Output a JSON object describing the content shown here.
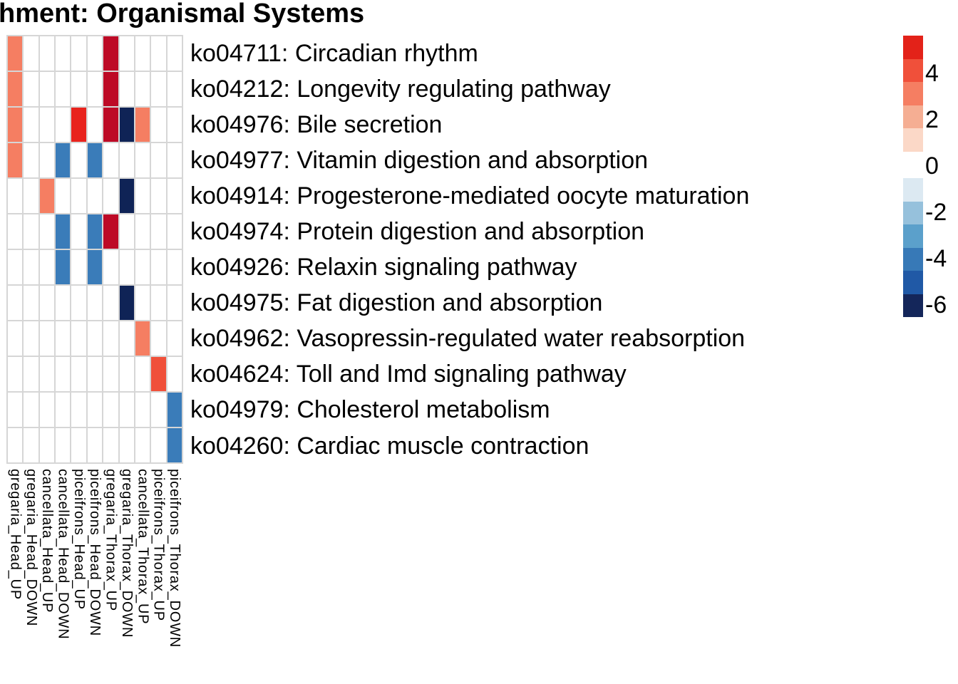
{
  "title": "hment: Organismal Systems",
  "legend": {
    "tick_labels": [
      "4",
      "2",
      "0",
      "-2",
      "-4",
      "-6"
    ],
    "red_blocks": [
      "#E32219",
      "#F0503A",
      "#F57E62",
      "#F5AE93",
      "#FBD8C7"
    ],
    "blue_blocks": [
      "#DCE9F2",
      "#96C1DC",
      "#5BA0CB",
      "#3779B7",
      "#2059A6",
      "#14265A"
    ]
  },
  "chart_data": {
    "type": "heatmap",
    "title": "hment: Organismal Systems",
    "legend_ticks": [
      4,
      2,
      0,
      -2,
      -4,
      -6
    ],
    "value_range": [
      -6.5,
      6.5
    ],
    "grid_line_color": "#D6D6D6",
    "empty_cell_color": "#FFFFFF",
    "x_categories": [
      "gregaria_Head_UP",
      "gregaria_Head_DOWN",
      "cancellata_Head_UP",
      "cancellata_Head_DOWN",
      "piceifrons_Head_UP",
      "piceifrons_Head_DOWN",
      "gregaria_Thorax_UP",
      "gregaria_Thorax_DOWN",
      "cancellata_Thorax_UP",
      "piceifrons_Thorax_UP",
      "piceifrons_Thorax_DOWN"
    ],
    "y_categories": [
      "ko04711: Circadian rhythm",
      "ko04212: Longevity regulating pathway",
      "ko04976: Bile secretion",
      "ko04977: Vitamin digestion and absorption",
      "ko04914: Progesterone-mediated oocyte maturation",
      "ko04974: Protein digestion and absorption",
      "ko04926: Relaxin signaling pathway",
      "ko04975: Fat digestion and absorption",
      "ko04962: Vasopressin-regulated water reabsorption",
      "ko04624: Toll and Imd signaling pathway",
      "ko04979: Cholesterol metabolism",
      "ko04260: Cardiac muscle contraction"
    ],
    "cells": [
      {
        "row": 0,
        "col": 0,
        "row_name": "ko04711: Circadian rhythm",
        "col_name": "gregaria_Head_UP",
        "value": 3,
        "color": "#F57E62"
      },
      {
        "row": 0,
        "col": 6,
        "row_name": "ko04711: Circadian rhythm",
        "col_name": "gregaria_Thorax_UP",
        "value": 6.5,
        "color": "#BD0A26"
      },
      {
        "row": 1,
        "col": 0,
        "row_name": "ko04212: Longevity regulating pathway",
        "col_name": "gregaria_Head_UP",
        "value": 3,
        "color": "#F57E62"
      },
      {
        "row": 1,
        "col": 6,
        "row_name": "ko04212: Longevity regulating pathway",
        "col_name": "gregaria_Thorax_UP",
        "value": 6.5,
        "color": "#BD0A26"
      },
      {
        "row": 2,
        "col": 0,
        "row_name": "ko04976: Bile secretion",
        "col_name": "gregaria_Head_UP",
        "value": 3,
        "color": "#F57E62"
      },
      {
        "row": 2,
        "col": 4,
        "row_name": "ko04976: Bile secretion",
        "col_name": "piceifrons_Head_UP",
        "value": 5,
        "color": "#E8231D"
      },
      {
        "row": 2,
        "col": 6,
        "row_name": "ko04976: Bile secretion",
        "col_name": "gregaria_Thorax_UP",
        "value": 6.5,
        "color": "#BD0A26"
      },
      {
        "row": 2,
        "col": 7,
        "row_name": "ko04976: Bile secretion",
        "col_name": "gregaria_Thorax_DOWN",
        "value": -6,
        "color": "#0F2356"
      },
      {
        "row": 2,
        "col": 8,
        "row_name": "ko04976: Bile secretion",
        "col_name": "cancellata_Thorax_UP",
        "value": 3,
        "color": "#F57E62"
      },
      {
        "row": 3,
        "col": 0,
        "row_name": "ko04977: Vitamin digestion and absorption",
        "col_name": "gregaria_Head_UP",
        "value": 3,
        "color": "#F57E62"
      },
      {
        "row": 3,
        "col": 3,
        "row_name": "ko04977: Vitamin digestion and absorption",
        "col_name": "cancellata_Head_DOWN",
        "value": -4,
        "color": "#3A7CB9"
      },
      {
        "row": 3,
        "col": 5,
        "row_name": "ko04977: Vitamin digestion and absorption",
        "col_name": "piceifrons_Head_DOWN",
        "value": -4,
        "color": "#3A7CB9"
      },
      {
        "row": 4,
        "col": 2,
        "row_name": "ko04914: Progesterone-mediated oocyte maturation",
        "col_name": "cancellata_Head_UP",
        "value": 3,
        "color": "#F57E62"
      },
      {
        "row": 4,
        "col": 7,
        "row_name": "ko04914: Progesterone-mediated oocyte maturation",
        "col_name": "gregaria_Thorax_DOWN",
        "value": -6,
        "color": "#0F2356"
      },
      {
        "row": 5,
        "col": 3,
        "row_name": "ko04974: Protein digestion and absorption",
        "col_name": "cancellata_Head_DOWN",
        "value": -4,
        "color": "#3A7CB9"
      },
      {
        "row": 5,
        "col": 5,
        "row_name": "ko04974: Protein digestion and absorption",
        "col_name": "piceifrons_Head_DOWN",
        "value": -4,
        "color": "#3A7CB9"
      },
      {
        "row": 5,
        "col": 6,
        "row_name": "ko04974: Protein digestion and absorption",
        "col_name": "gregaria_Thorax_UP",
        "value": 6.5,
        "color": "#BD0A26"
      },
      {
        "row": 6,
        "col": 3,
        "row_name": "ko04926: Relaxin signaling pathway",
        "col_name": "cancellata_Head_DOWN",
        "value": -4,
        "color": "#3A7CB9"
      },
      {
        "row": 6,
        "col": 5,
        "row_name": "ko04926: Relaxin signaling pathway",
        "col_name": "piceifrons_Head_DOWN",
        "value": -4,
        "color": "#3A7CB9"
      },
      {
        "row": 7,
        "col": 7,
        "row_name": "ko04975: Fat digestion and absorption",
        "col_name": "gregaria_Thorax_DOWN",
        "value": -6,
        "color": "#0F2356"
      },
      {
        "row": 8,
        "col": 8,
        "row_name": "ko04962: Vasopressin-regulated water reabsorption",
        "col_name": "cancellata_Thorax_UP",
        "value": 3,
        "color": "#F57E62"
      },
      {
        "row": 9,
        "col": 9,
        "row_name": "ko04624: Toll and Imd signaling pathway",
        "col_name": "piceifrons_Thorax_UP",
        "value": 4,
        "color": "#F0503A"
      },
      {
        "row": 10,
        "col": 10,
        "row_name": "ko04979: Cholesterol metabolism",
        "col_name": "piceifrons_Thorax_DOWN",
        "value": -4,
        "color": "#3A7CB9"
      },
      {
        "row": 11,
        "col": 10,
        "row_name": "ko04260: Cardiac muscle contraction",
        "col_name": "piceifrons_Thorax_DOWN",
        "value": -4,
        "color": "#3A7CB9"
      }
    ]
  }
}
